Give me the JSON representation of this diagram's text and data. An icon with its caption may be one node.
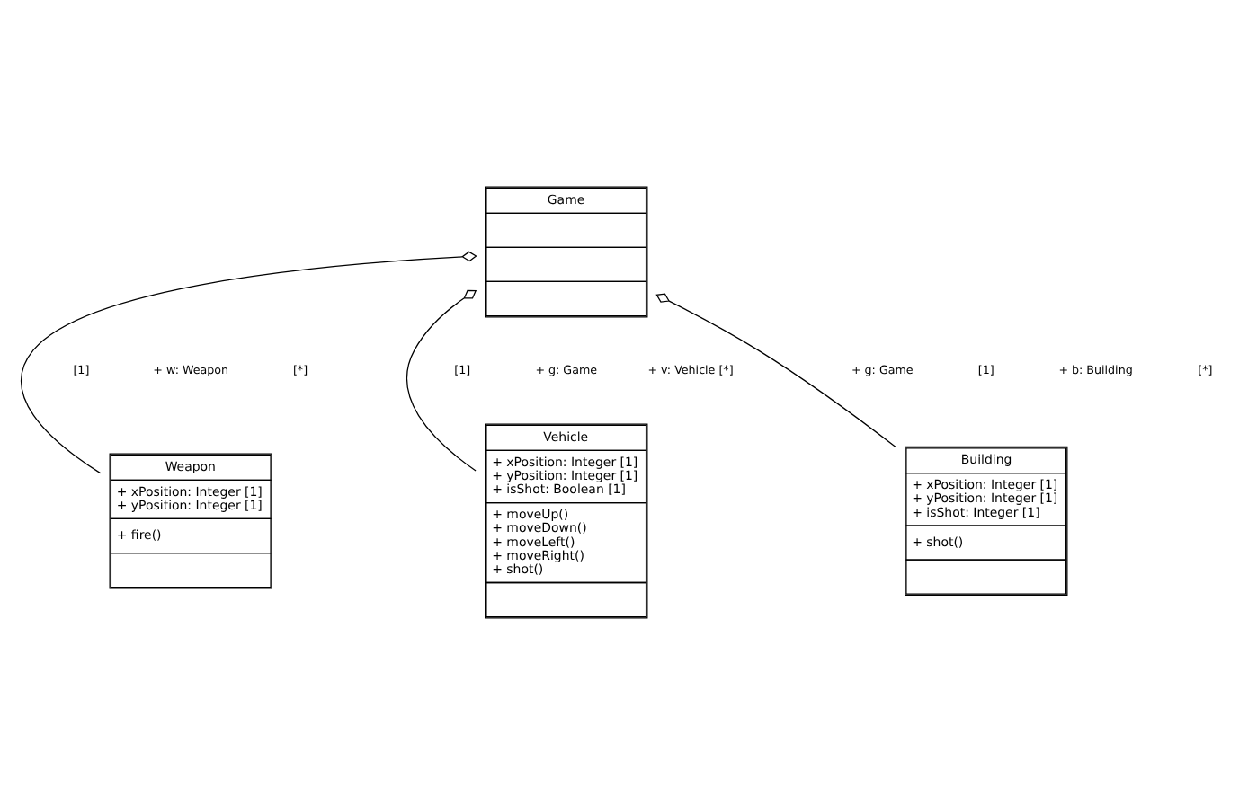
{
  "diagram": {
    "nodes": [
      {
        "text": [
          "Game"
        ]
      },
      {
        "text": [
          "Weapon",
          "+ xPosition: Integer [1]",
          "+ yPosition: Integer [1]",
          "+ fire()"
        ]
      },
      {
        "text": [
          "Vehicle",
          "+ xPosition: Integer [1]",
          "+ yPosition: Integer [1]",
          "+ isShot: Boolean [1]",
          "+ moveUp()",
          "+ moveDown()",
          "+ moveLeft()",
          "+ moveRight()",
          "+ shot()"
        ]
      },
      {
        "text": [
          "Building",
          "+ xPosition: Integer [1]",
          "+ yPosition: Integer [1]",
          "+ isShot: Integer [1]",
          "+ shot()"
        ]
      }
    ],
    "edges": [
      {
        "from": 0,
        "to": 1,
        "arrow": "other"
      },
      {
        "from": 0,
        "to": 2,
        "arrow": "other"
      },
      {
        "from": 0,
        "to": 3,
        "arrow": "other"
      }
    ],
    "labels": [
      "[1]",
      "+ g: Game",
      "[1]",
      "[1]",
      "+ g: Game",
      "+ w: Weapon",
      "[*]",
      "+ b: Building",
      "[*]",
      "+ v: Vehicle [*]"
    ]
  }
}
